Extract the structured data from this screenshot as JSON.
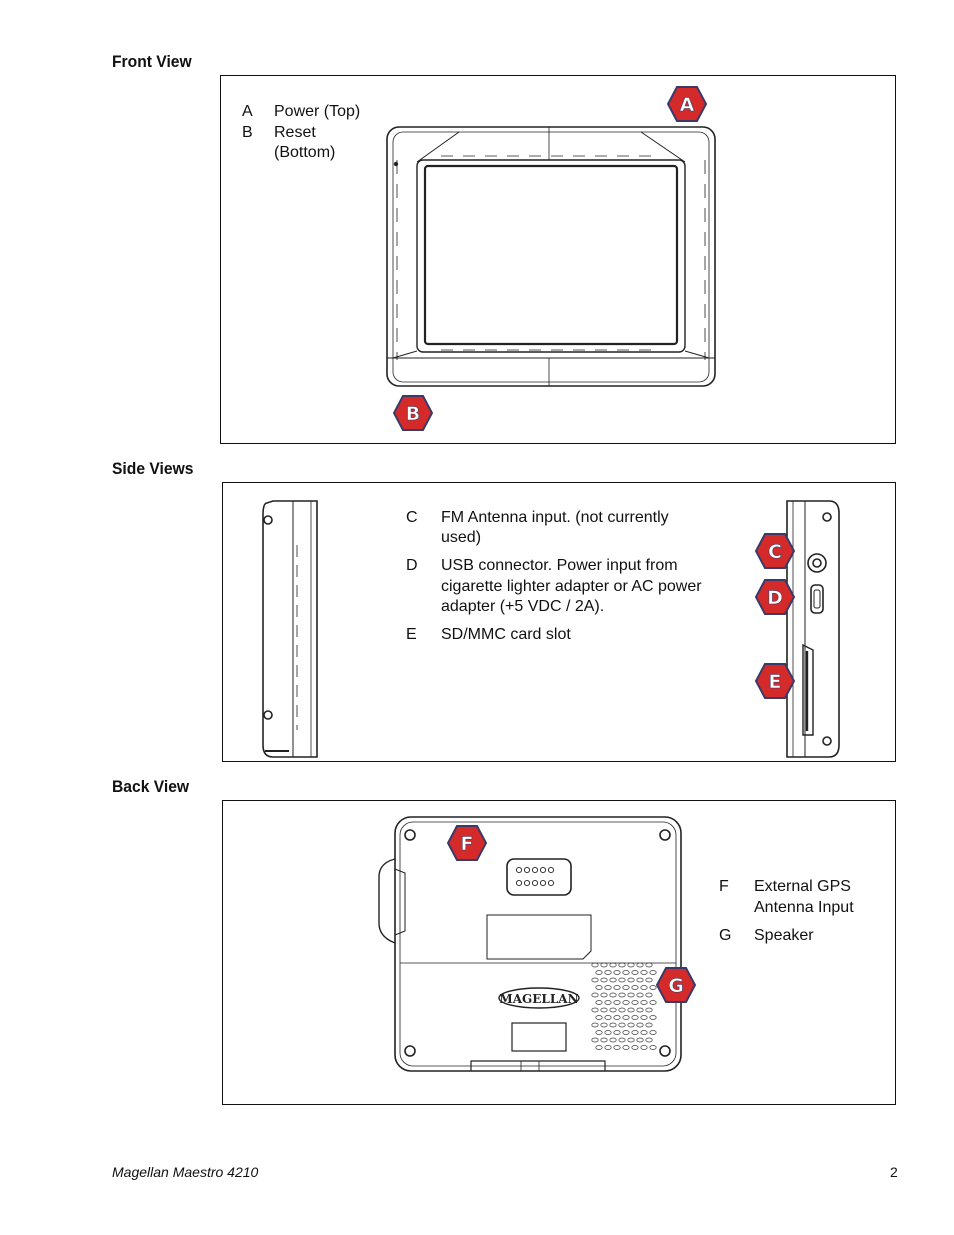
{
  "front": {
    "heading": "Front View",
    "items": [
      {
        "letter": "A",
        "label": "Power (Top)"
      },
      {
        "letter": "B",
        "label": "Reset",
        "label2": "(Bottom)"
      }
    ],
    "badges": [
      "A",
      "B"
    ]
  },
  "side": {
    "heading": "Side Views",
    "items": [
      {
        "letter": "C",
        "line1": "FM Antenna input.  (not currently",
        "line2": "used)"
      },
      {
        "letter": "D",
        "line1": "USB connector. Power input from",
        "line2": "cigarette lighter adapter or AC power",
        "line3": "adapter (+5 VDC / 2A)."
      },
      {
        "letter": "E",
        "line1": "SD/MMC card slot"
      }
    ],
    "badges": [
      "C",
      "D",
      "E"
    ]
  },
  "back": {
    "heading": "Back View",
    "items": [
      {
        "letter": "F",
        "line1": "External GPS",
        "line2": "Antenna Input"
      },
      {
        "letter": "G",
        "line1": "Speaker"
      }
    ],
    "badges": [
      "F",
      "G"
    ],
    "logo": "MAGELLAN"
  },
  "footer": {
    "title": "Magellan Maestro 4210",
    "page": "2"
  },
  "colors": {
    "badge_fill": "#d42a2a",
    "badge_stroke": "#3a3a6a"
  }
}
